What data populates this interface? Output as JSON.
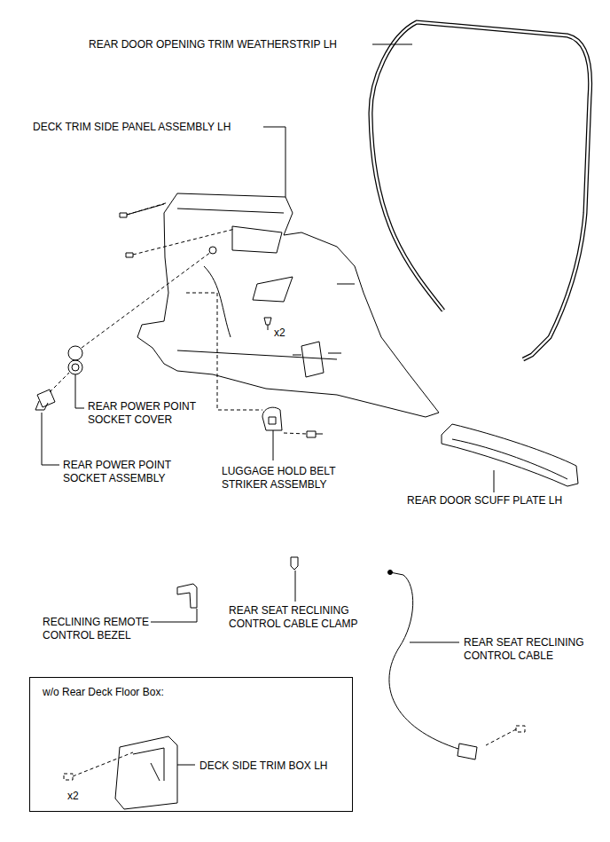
{
  "diagram": {
    "nodes": [
      {
        "text": [
          "w/o Rear Deck Floor Box:",
          "DECK SIDE TRIM BOX LH",
          "x2"
        ]
      }
    ],
    "labels": [
      "REAR DOOR OPENING TRIM WEATHERSTRIP LH",
      "DECK TRIM SIDE PANEL ASSEMBLY LH",
      "x2",
      "REAR POWER POINT SOCKET COVER",
      "REAR POWER POINT SOCKET ASSEMBLY",
      "LUGGAGE HOLD BELT STRIKER ASSEMBLY",
      "REAR DOOR SCUFF PLATE LH",
      "RECLINING REMOTE CONTROL BEZEL",
      "REAR SEAT RECLINING CONTROL CABLE CLAMP",
      "REAR SEAT RECLINING CONTROL CABLE"
    ]
  }
}
